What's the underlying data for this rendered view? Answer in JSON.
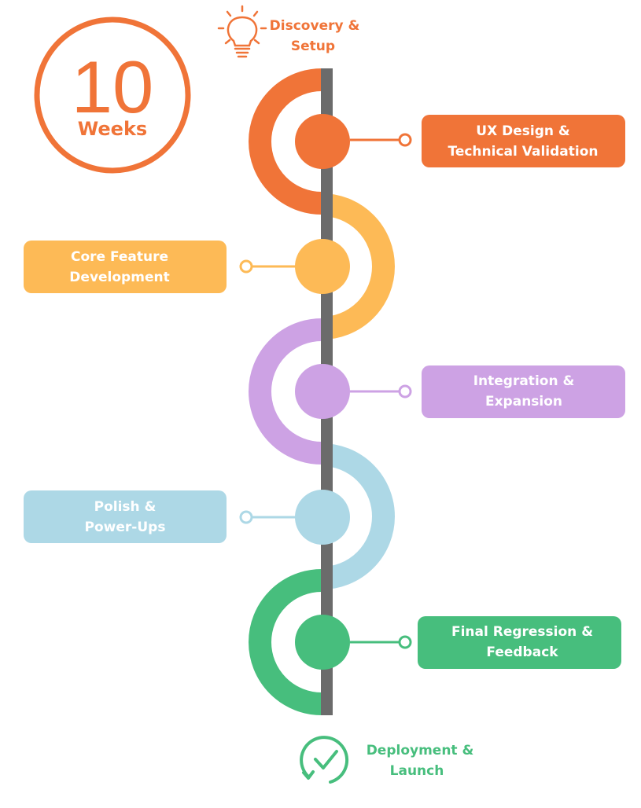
{
  "duration": {
    "number": "10",
    "unit": "Weeks"
  },
  "start": {
    "line1": "Discovery &",
    "line2": "Setup",
    "icon": "lightbulb-icon"
  },
  "end": {
    "line1": "Deployment &",
    "line2": "Launch",
    "icon": "check-circle-icon"
  },
  "colors": {
    "orange": "#F07438",
    "yellow": "#FDBA56",
    "purple": "#CDA2E4",
    "blue": "#ADD8E6",
    "green": "#47BE7D",
    "spine": "#6B6B6B"
  },
  "phases": [
    {
      "line1": "UX Design &",
      "line2": "Technical Validation",
      "color": "#F07438",
      "side": "right"
    },
    {
      "line1": "Core Feature",
      "line2": "Development",
      "color": "#FDBA56",
      "side": "left"
    },
    {
      "line1": "Integration &",
      "line2": "Expansion",
      "color": "#CDA2E4",
      "side": "right"
    },
    {
      "line1": "Polish &",
      "line2": "Power-Ups",
      "color": "#ADD8E6",
      "side": "left"
    },
    {
      "line1": "Final Regression &",
      "line2": "Feedback",
      "color": "#47BE7D",
      "side": "right"
    }
  ]
}
